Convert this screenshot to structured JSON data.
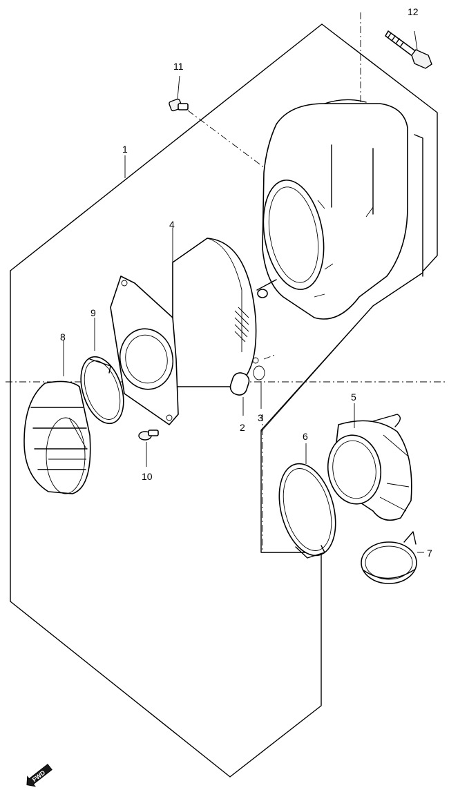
{
  "callouts": [
    {
      "id": "p1",
      "label": "1"
    },
    {
      "id": "p2",
      "label": "2"
    },
    {
      "id": "p3",
      "label": "3"
    },
    {
      "id": "p4",
      "label": "4"
    },
    {
      "id": "p5",
      "label": "5"
    },
    {
      "id": "p6",
      "label": "6"
    },
    {
      "id": "p7",
      "label": "7"
    },
    {
      "id": "p8",
      "label": "8"
    },
    {
      "id": "p9",
      "label": "9"
    },
    {
      "id": "p10",
      "label": "10"
    },
    {
      "id": "p11",
      "label": "11"
    },
    {
      "id": "p12",
      "label": "12"
    }
  ],
  "fwd_badge": {
    "label": "FWD",
    "icon": "forward-arrow-icon"
  },
  "colors": {
    "ink": "#000000",
    "paper": "#ffffff"
  }
}
